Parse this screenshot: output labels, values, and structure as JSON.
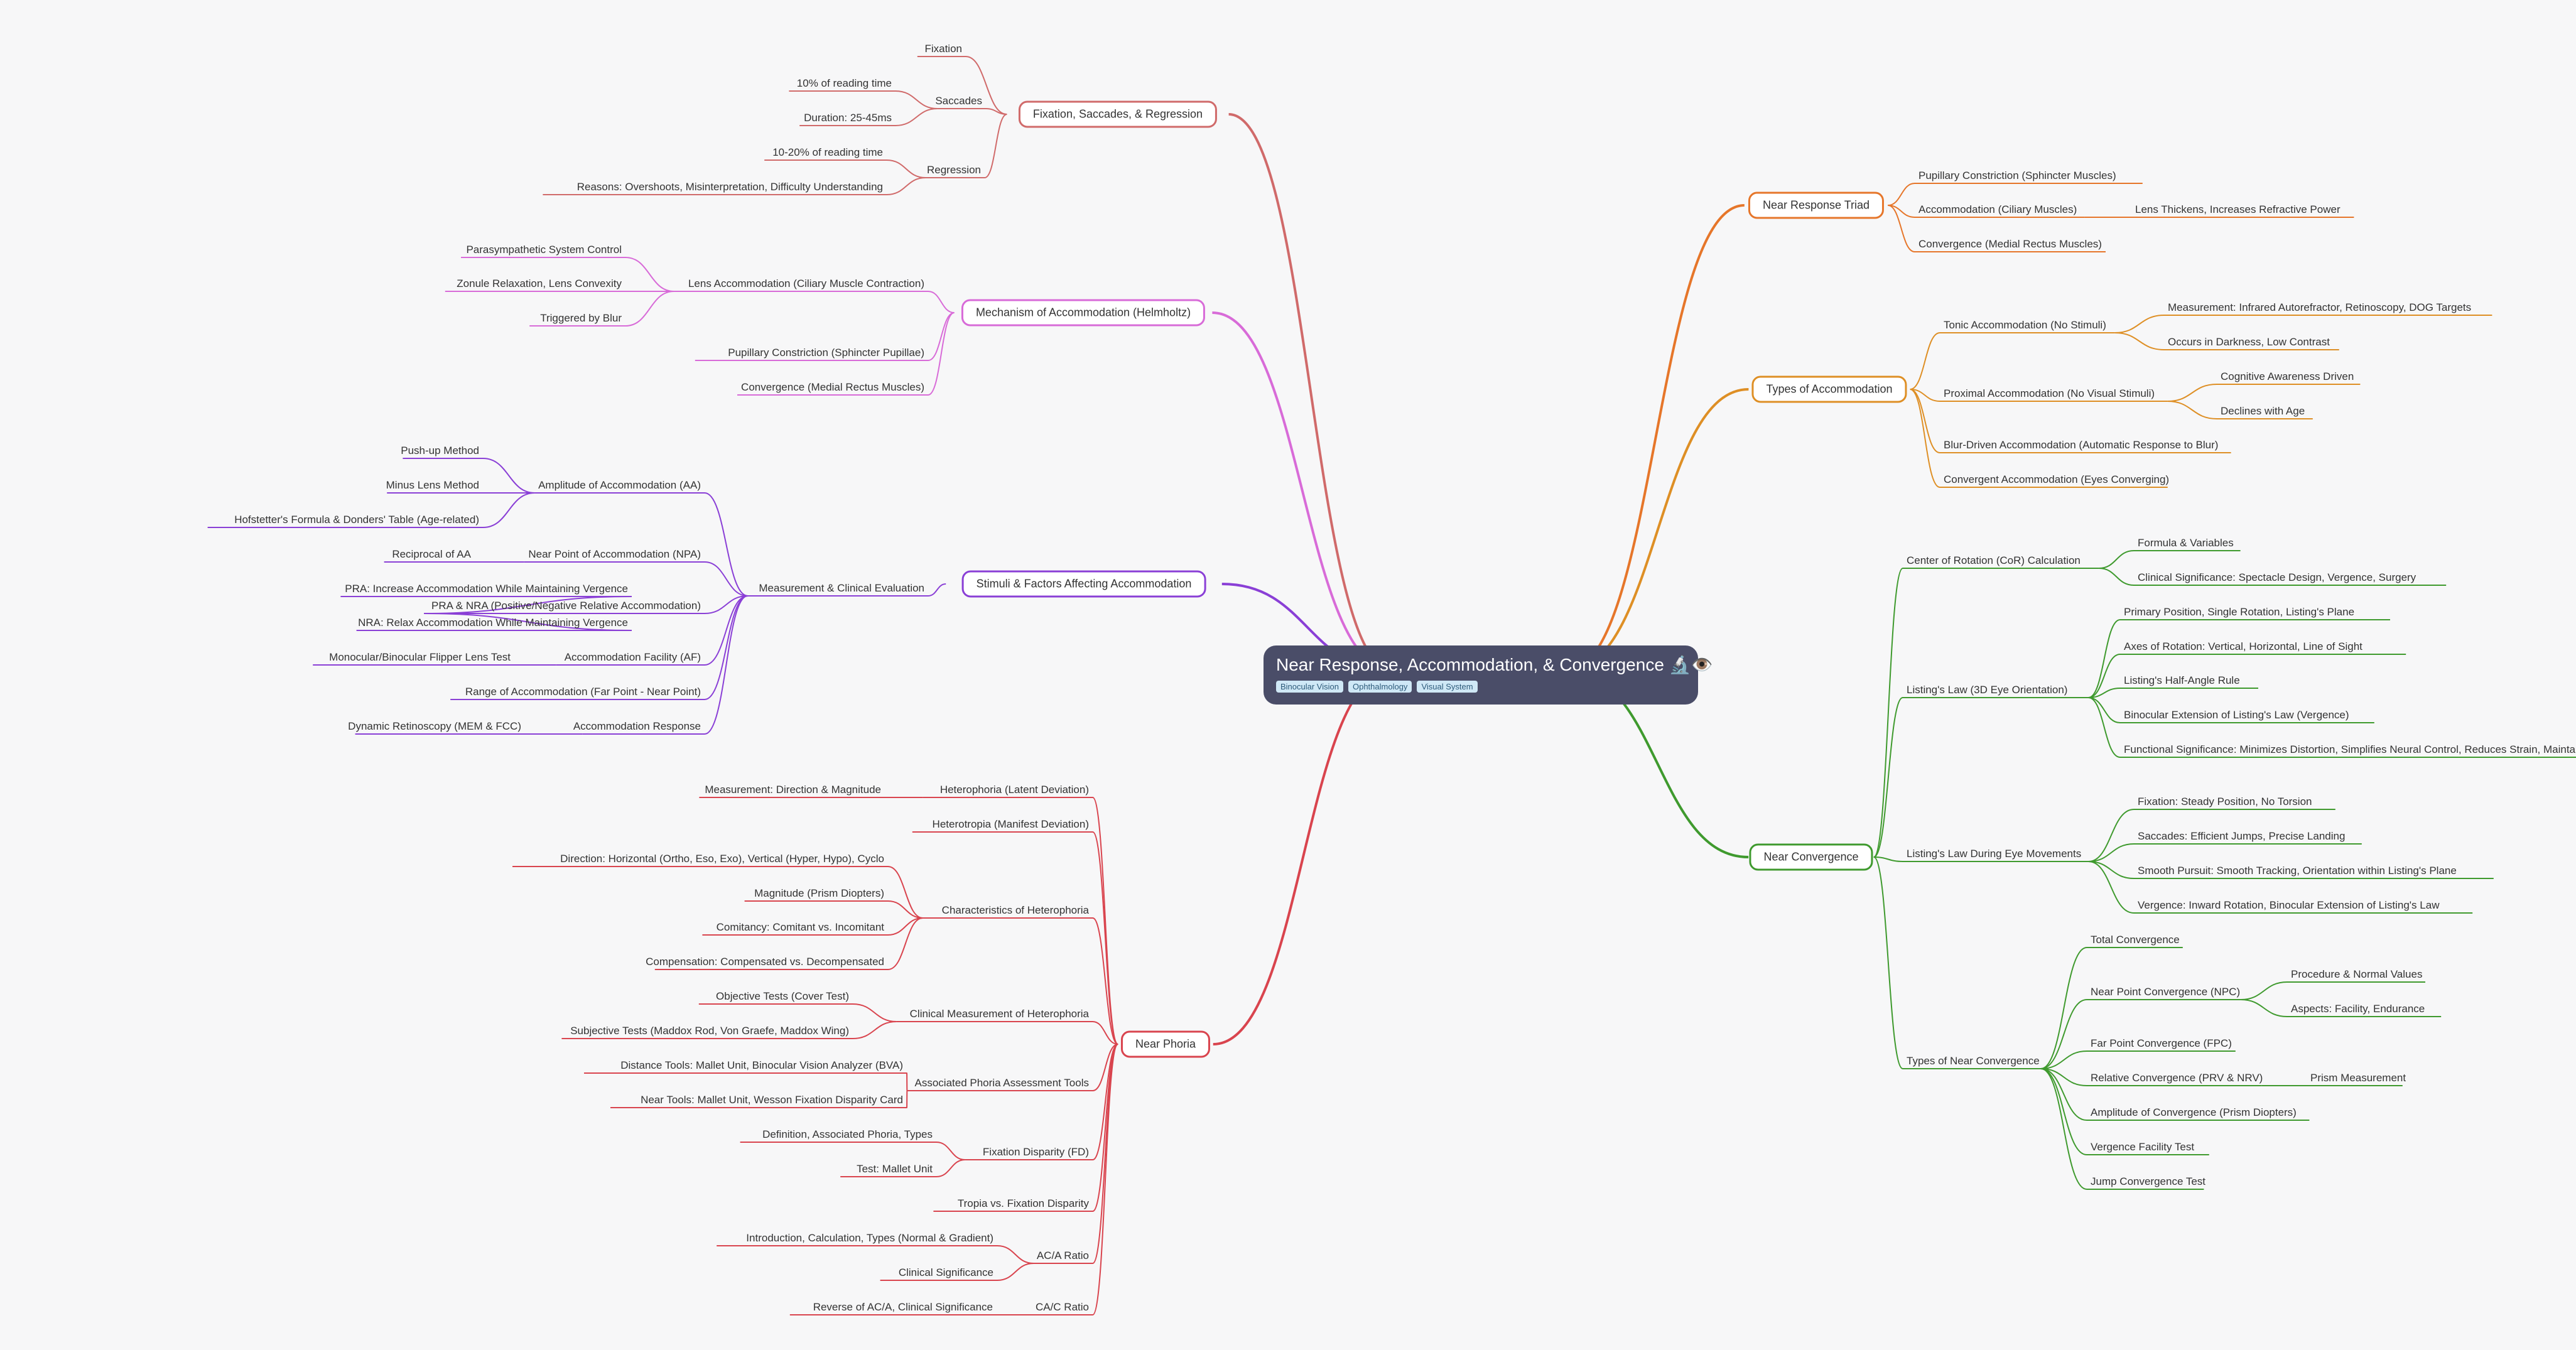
{
  "root": {
    "title": "Near Response, Accommodation, & Convergence 🔬👁️",
    "tags": [
      "Binocular Vision",
      "Ophthalmology",
      "Visual System"
    ]
  },
  "colors": {
    "fixation": "#d06a6a",
    "mechanism": "#d86bd8",
    "stimuli": "#8a3fd6",
    "phoria": "#d9444e",
    "triad": "#e6762a",
    "types_accommodation": "#de8f25",
    "convergence": "#3f9a2e"
  },
  "branches": {
    "fixation": {
      "label": "Fixation, Saccades, & Regression",
      "children": [
        {
          "label": "Fixation"
        },
        {
          "label": "Saccades",
          "children": [
            {
              "label": "10% of reading time"
            },
            {
              "label": "Duration: 25-45ms"
            }
          ]
        },
        {
          "label": "Regression",
          "children": [
            {
              "label": "10-20% of reading time"
            },
            {
              "label": "Reasons: Overshoots, Misinterpretation, Difficulty Understanding"
            }
          ]
        }
      ]
    },
    "mechanism": {
      "label": "Mechanism of Accommodation (Helmholtz)",
      "children": [
        {
          "label": "Lens Accommodation (Ciliary Muscle Contraction)",
          "children": [
            {
              "label": "Parasympathetic System Control"
            },
            {
              "label": "Zonule Relaxation, Lens Convexity"
            },
            {
              "label": "Triggered by Blur"
            }
          ]
        },
        {
          "label": "Pupillary Constriction (Sphincter Pupillae)"
        },
        {
          "label": "Convergence (Medial Rectus Muscles)"
        }
      ]
    },
    "stimuli": {
      "label": "Stimuli & Factors Affecting Accommodation",
      "children": [
        {
          "label": "Measurement & Clinical Evaluation",
          "children": [
            {
              "label": "Amplitude of Accommodation (AA)",
              "children": [
                {
                  "label": "Push-up Method"
                },
                {
                  "label": "Minus Lens Method"
                },
                {
                  "label": "Hofstetter's Formula & Donders' Table (Age-related)"
                }
              ]
            },
            {
              "label": "Near Point of Accommodation (NPA)",
              "children": [
                {
                  "label": "Reciprocal of AA"
                }
              ]
            },
            {
              "label": "PRA & NRA (Positive/Negative Relative Accommodation)",
              "children": [
                {
                  "label": "PRA: Increase Accommodation While Maintaining Vergence"
                },
                {
                  "label": "NRA: Relax Accommodation While Maintaining Vergence"
                }
              ]
            },
            {
              "label": "Accommodation Facility (AF)",
              "children": [
                {
                  "label": "Monocular/Binocular Flipper Lens Test"
                }
              ]
            },
            {
              "label": "Range of Accommodation (Far Point - Near Point)"
            },
            {
              "label": "Accommodation Response",
              "children": [
                {
                  "label": "Dynamic Retinoscopy (MEM & FCC)"
                }
              ]
            }
          ]
        }
      ]
    },
    "phoria": {
      "label": "Near Phoria",
      "children": [
        {
          "label": "Heterophoria (Latent Deviation)",
          "children": [
            {
              "label": "Measurement: Direction & Magnitude"
            }
          ]
        },
        {
          "label": "Heterotropia (Manifest Deviation)"
        },
        {
          "label": "Characteristics of Heterophoria",
          "children": [
            {
              "label": "Direction: Horizontal (Ortho, Eso, Exo), Vertical (Hyper, Hypo), Cyclo"
            },
            {
              "label": "Magnitude (Prism Diopters)"
            },
            {
              "label": "Comitancy: Comitant vs. Incomitant"
            },
            {
              "label": "Compensation: Compensated vs. Decompensated"
            }
          ]
        },
        {
          "label": "Clinical Measurement of Heterophoria",
          "children": [
            {
              "label": "Objective Tests (Cover Test)"
            },
            {
              "label": "Subjective Tests (Maddox Rod, Von Graefe, Maddox Wing)"
            }
          ]
        },
        {
          "label": "Associated Phoria Assessment Tools",
          "children": [
            {
              "label": "Distance Tools: Mallet Unit, Binocular Vision Analyzer (BVA)"
            },
            {
              "label": "Near Tools: Mallet Unit, Wesson Fixation Disparity Card"
            }
          ]
        },
        {
          "label": "Fixation Disparity (FD)",
          "children": [
            {
              "label": "Definition, Associated Phoria, Types"
            },
            {
              "label": "Test: Mallet Unit"
            }
          ]
        },
        {
          "label": "Tropia vs. Fixation Disparity"
        },
        {
          "label": "AC/A Ratio",
          "children": [
            {
              "label": "Introduction, Calculation, Types (Normal & Gradient)"
            },
            {
              "label": "Clinical Significance"
            }
          ]
        },
        {
          "label": "CA/C Ratio",
          "children": [
            {
              "label": "Reverse of AC/A, Clinical Significance"
            }
          ]
        }
      ]
    },
    "triad": {
      "label": "Near Response Triad",
      "children": [
        {
          "label": "Pupillary Constriction (Sphincter Muscles)"
        },
        {
          "label": "Accommodation (Ciliary Muscles)",
          "children": [
            {
              "label": "Lens Thickens, Increases Refractive Power"
            }
          ]
        },
        {
          "label": "Convergence (Medial Rectus Muscles)"
        }
      ]
    },
    "types_accommodation": {
      "label": "Types of Accommodation",
      "children": [
        {
          "label": "Tonic Accommodation (No Stimuli)",
          "children": [
            {
              "label": "Measurement: Infrared Autorefractor, Retinoscopy, DOG Targets"
            },
            {
              "label": "Occurs in Darkness, Low Contrast"
            }
          ]
        },
        {
          "label": "Proximal Accommodation (No Visual Stimuli)",
          "children": [
            {
              "label": "Cognitive Awareness Driven"
            },
            {
              "label": "Declines with Age"
            }
          ]
        },
        {
          "label": "Blur-Driven Accommodation (Automatic Response to Blur)"
        },
        {
          "label": "Convergent Accommodation (Eyes Converging)"
        }
      ]
    },
    "convergence": {
      "label": "Near Convergence",
      "children": [
        {
          "label": "Center of Rotation (CoR) Calculation",
          "children": [
            {
              "label": "Formula & Variables"
            },
            {
              "label": "Clinical Significance: Spectacle Design, Vergence, Surgery"
            }
          ]
        },
        {
          "label": "Listing's Law (3D Eye Orientation)",
          "children": [
            {
              "label": "Primary Position, Single Rotation, Listing's Plane"
            },
            {
              "label": "Axes of Rotation: Vertical, Horizontal, Line of Sight"
            },
            {
              "label": "Listing's Half-Angle Rule"
            },
            {
              "label": "Binocular Extension of Listing's Law (Vergence)"
            },
            {
              "label": "Functional Significance: Minimizes Distortion, Simplifies Neural Control, Reduces Strain, Maintains Alignment"
            }
          ]
        },
        {
          "label": "Listing's Law During Eye Movements",
          "children": [
            {
              "label": "Fixation: Steady Position, No Torsion"
            },
            {
              "label": "Saccades: Efficient Jumps, Precise Landing"
            },
            {
              "label": "Smooth Pursuit: Smooth Tracking, Orientation within Listing's Plane"
            },
            {
              "label": "Vergence: Inward Rotation, Binocular Extension of Listing's Law"
            }
          ]
        },
        {
          "label": "Types of Near Convergence",
          "children": [
            {
              "label": "Total Convergence"
            },
            {
              "label": "Near Point Convergence (NPC)",
              "children": [
                {
                  "label": "Procedure & Normal Values"
                },
                {
                  "label": "Aspects: Facility, Endurance"
                }
              ]
            },
            {
              "label": "Far Point Convergence (FPC)"
            },
            {
              "label": "Relative Convergence (PRV & NRV)",
              "children": [
                {
                  "label": "Prism Measurement"
                }
              ]
            },
            {
              "label": "Amplitude of Convergence (Prism Diopters)"
            },
            {
              "label": "Vergence Facility Test"
            },
            {
              "label": "Jump Convergence Test"
            }
          ]
        }
      ]
    }
  }
}
